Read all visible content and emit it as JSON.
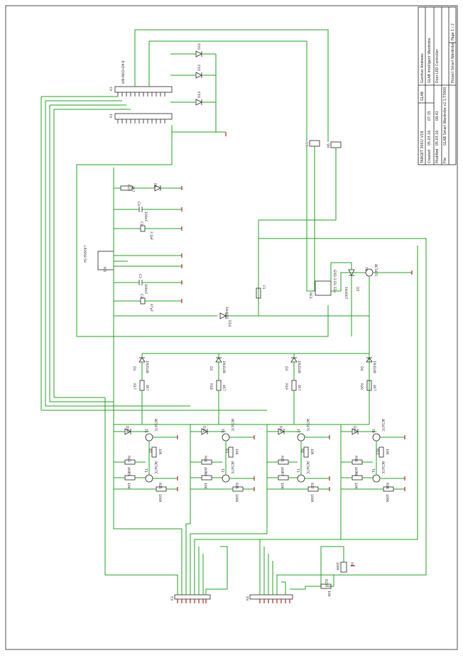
{
  "title_block": {
    "target": "TARGET 3001! V18",
    "company": "GLAB",
    "author": "Gunther Andrews",
    "page": "Page 1 / 2",
    "project_line1": "GLAB Intelligent Wardrobe",
    "project_line2": "Door LED Controller",
    "created_label": "Created",
    "created_date": "05.03.16",
    "created_time": "07:15",
    "modified_label": "Modified",
    "modified_date": "05.03.16",
    "modified_time": "08:42",
    "file_label": "File",
    "file_name": "GLAB Smart Wardrobe v2.1.T3000",
    "project_name": "Project Smart Wardrobe"
  },
  "components": {
    "k2": "K2",
    "k2_type": "HM-MOD-EM-8",
    "k1": "K1",
    "ic1": "IC1",
    "ic1_type": "LP2950-5V",
    "re1": "RE1",
    "re1_type": "G5Q-1-EU 12V",
    "f1": "F1",
    "d14": "D14",
    "d14_type": "1N4007",
    "d5": "D5",
    "d5_type": "1N4007",
    "t9": "T9",
    "t9_type": "BC547C",
    "k5": "K5",
    "k6": "K6",
    "k3": "K3",
    "k4": "K4",
    "r21": "R21",
    "r21_val": "4K7",
    "led_d6": "D6",
    "c4": "C4",
    "c4_val": "100nF",
    "c1": "C1",
    "c1_val": "2.2µF",
    "c3": "C3",
    "c3_val": "100nF",
    "c2": "C2",
    "c2_val": "47µF",
    "leds_top": [
      "D11",
      "D12",
      "D13"
    ],
    "pot_p1": "P1",
    "pot_val": "100K",
    "r22": "R22",
    "r22_val": "10K",
    "diode_type": "1N4148",
    "transistor_type": "BC547C"
  },
  "channels": [
    {
      "d": "D1",
      "r_top": "R17",
      "r_top_val": "4K7",
      "led": "D10",
      "t_a": "T5",
      "t_b": "T1",
      "r_mid": "R2",
      "r_mid_val": "10K",
      "r_a": "R13",
      "r_a_val": "4K7",
      "r_b": "R5",
      "r_b_val": "10K",
      "r_c": "R25",
      "r_c_val": "100K"
    },
    {
      "d": "D2",
      "r_top": "R18",
      "r_top_val": "4K7",
      "led": "D11",
      "t_a": "T6",
      "t_b": "T2",
      "r_mid": "R3",
      "r_mid_val": "10K",
      "r_a": "R14",
      "r_a_val": "4K7",
      "r_b": "R6",
      "r_b_val": "10K",
      "r_c": "R26",
      "r_c_val": "100K"
    },
    {
      "d": "D3",
      "r_top": "R19",
      "r_top_val": "4K7",
      "led": "D12",
      "t_a": "T7",
      "t_b": "T3",
      "r_mid": "R4",
      "r_mid_val": "10K",
      "r_a": "R15",
      "r_a_val": "4K7",
      "r_b": "R7",
      "r_b_val": "10K",
      "r_c": "R27",
      "r_c_val": "100K"
    },
    {
      "d": "D4",
      "r_top": "R20",
      "r_top_val": "4K7",
      "led": "D13",
      "t_a": "T8",
      "t_b": "T4",
      "r_mid": "R11",
      "r_mid_val": "10K",
      "r_a": "R16",
      "r_a_val": "4K7",
      "r_b": "R8",
      "r_b_val": "10K",
      "r_c": "R28",
      "r_c_val": "100K"
    }
  ],
  "colors": {
    "wire": "#1fa21f",
    "ground": "#b22222",
    "outline": "#222222"
  }
}
